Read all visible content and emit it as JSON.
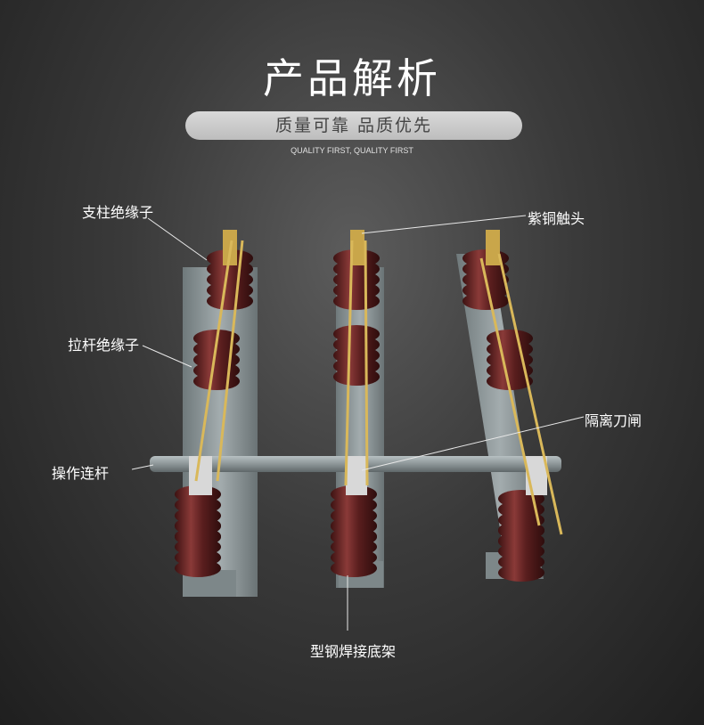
{
  "header": {
    "title": "产品解析",
    "slogan": "质量可靠   品质优先",
    "subtitle": "QUALITY FIRST, QUALITY FIRST"
  },
  "labels": {
    "support_insulator": "支柱绝缘子",
    "copper_contact": "紫铜触头",
    "pull_rod_insulator": "拉杆绝缘子",
    "isolating_blade": "隔离刀闸",
    "operating_link": "操作连杆",
    "steel_frame": "型钢焊接底架"
  },
  "colors": {
    "porcelain": "#5a1e1e",
    "porcelain_highlight": "#8a3a38",
    "frame": "#8a9496",
    "brass": "#c9a64a",
    "leader_line": "#e8e8e8"
  }
}
